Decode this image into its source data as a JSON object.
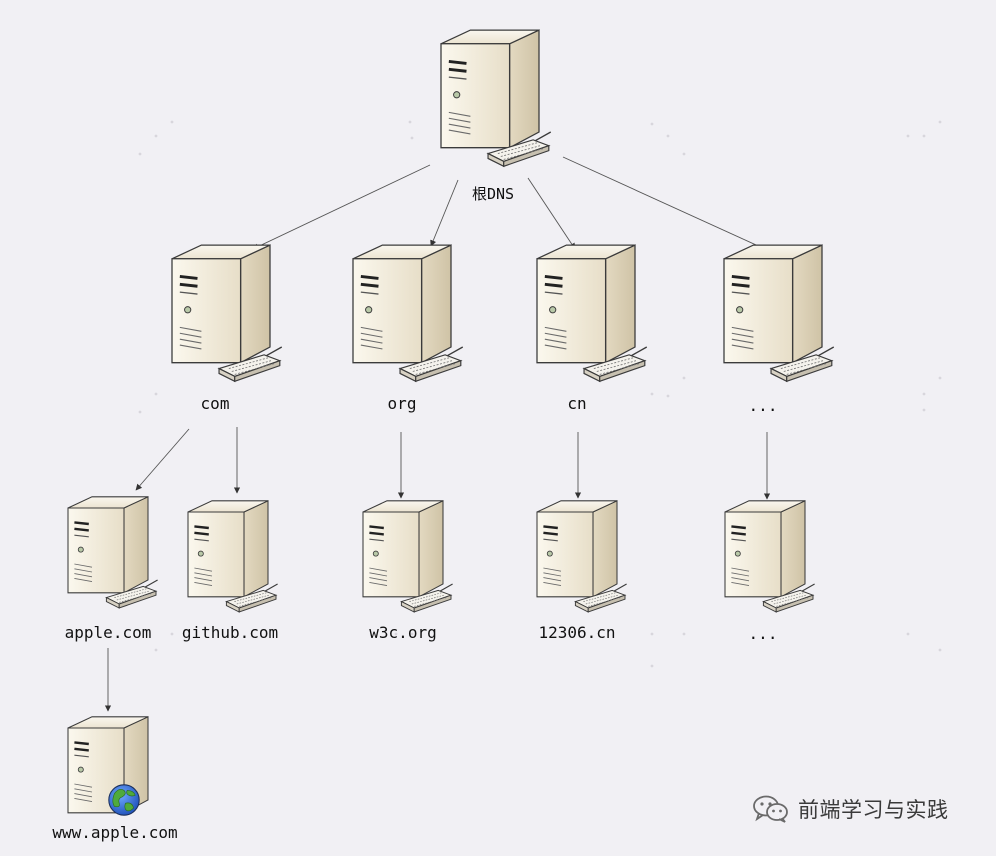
{
  "nodes": {
    "root": {
      "label": "根DNS",
      "icon": "server-icon"
    },
    "com": {
      "label": "com",
      "icon": "server-icon"
    },
    "org": {
      "label": "org",
      "icon": "server-icon"
    },
    "cn": {
      "label": "cn",
      "icon": "server-icon"
    },
    "tld_more": {
      "label": "...",
      "icon": "server-icon"
    },
    "apple": {
      "label": "apple.com",
      "icon": "server-icon"
    },
    "github": {
      "label": "github.com",
      "icon": "server-icon"
    },
    "w3c": {
      "label": "w3c.org",
      "icon": "server-icon"
    },
    "n12306": {
      "label": "12306.cn",
      "icon": "server-icon"
    },
    "sld_more": {
      "label": "...",
      "icon": "server-icon"
    },
    "www_apple": {
      "label": "www.apple.com",
      "icon": "web-server-globe-icon"
    }
  },
  "edges": [
    [
      "root",
      "com"
    ],
    [
      "root",
      "org"
    ],
    [
      "root",
      "cn"
    ],
    [
      "root",
      "tld_more"
    ],
    [
      "com",
      "apple"
    ],
    [
      "com",
      "github"
    ],
    [
      "org",
      "w3c"
    ],
    [
      "cn",
      "n12306"
    ],
    [
      "tld_more",
      "sld_more"
    ],
    [
      "apple",
      "www_apple"
    ]
  ],
  "watermark": {
    "text": "前端学习与实践",
    "icon": "wechat-icon"
  },
  "colors": {
    "background": "#f1f0f4",
    "server_body": "#ece5d3",
    "server_front": "#f6f1e4",
    "edge": "#555555"
  }
}
